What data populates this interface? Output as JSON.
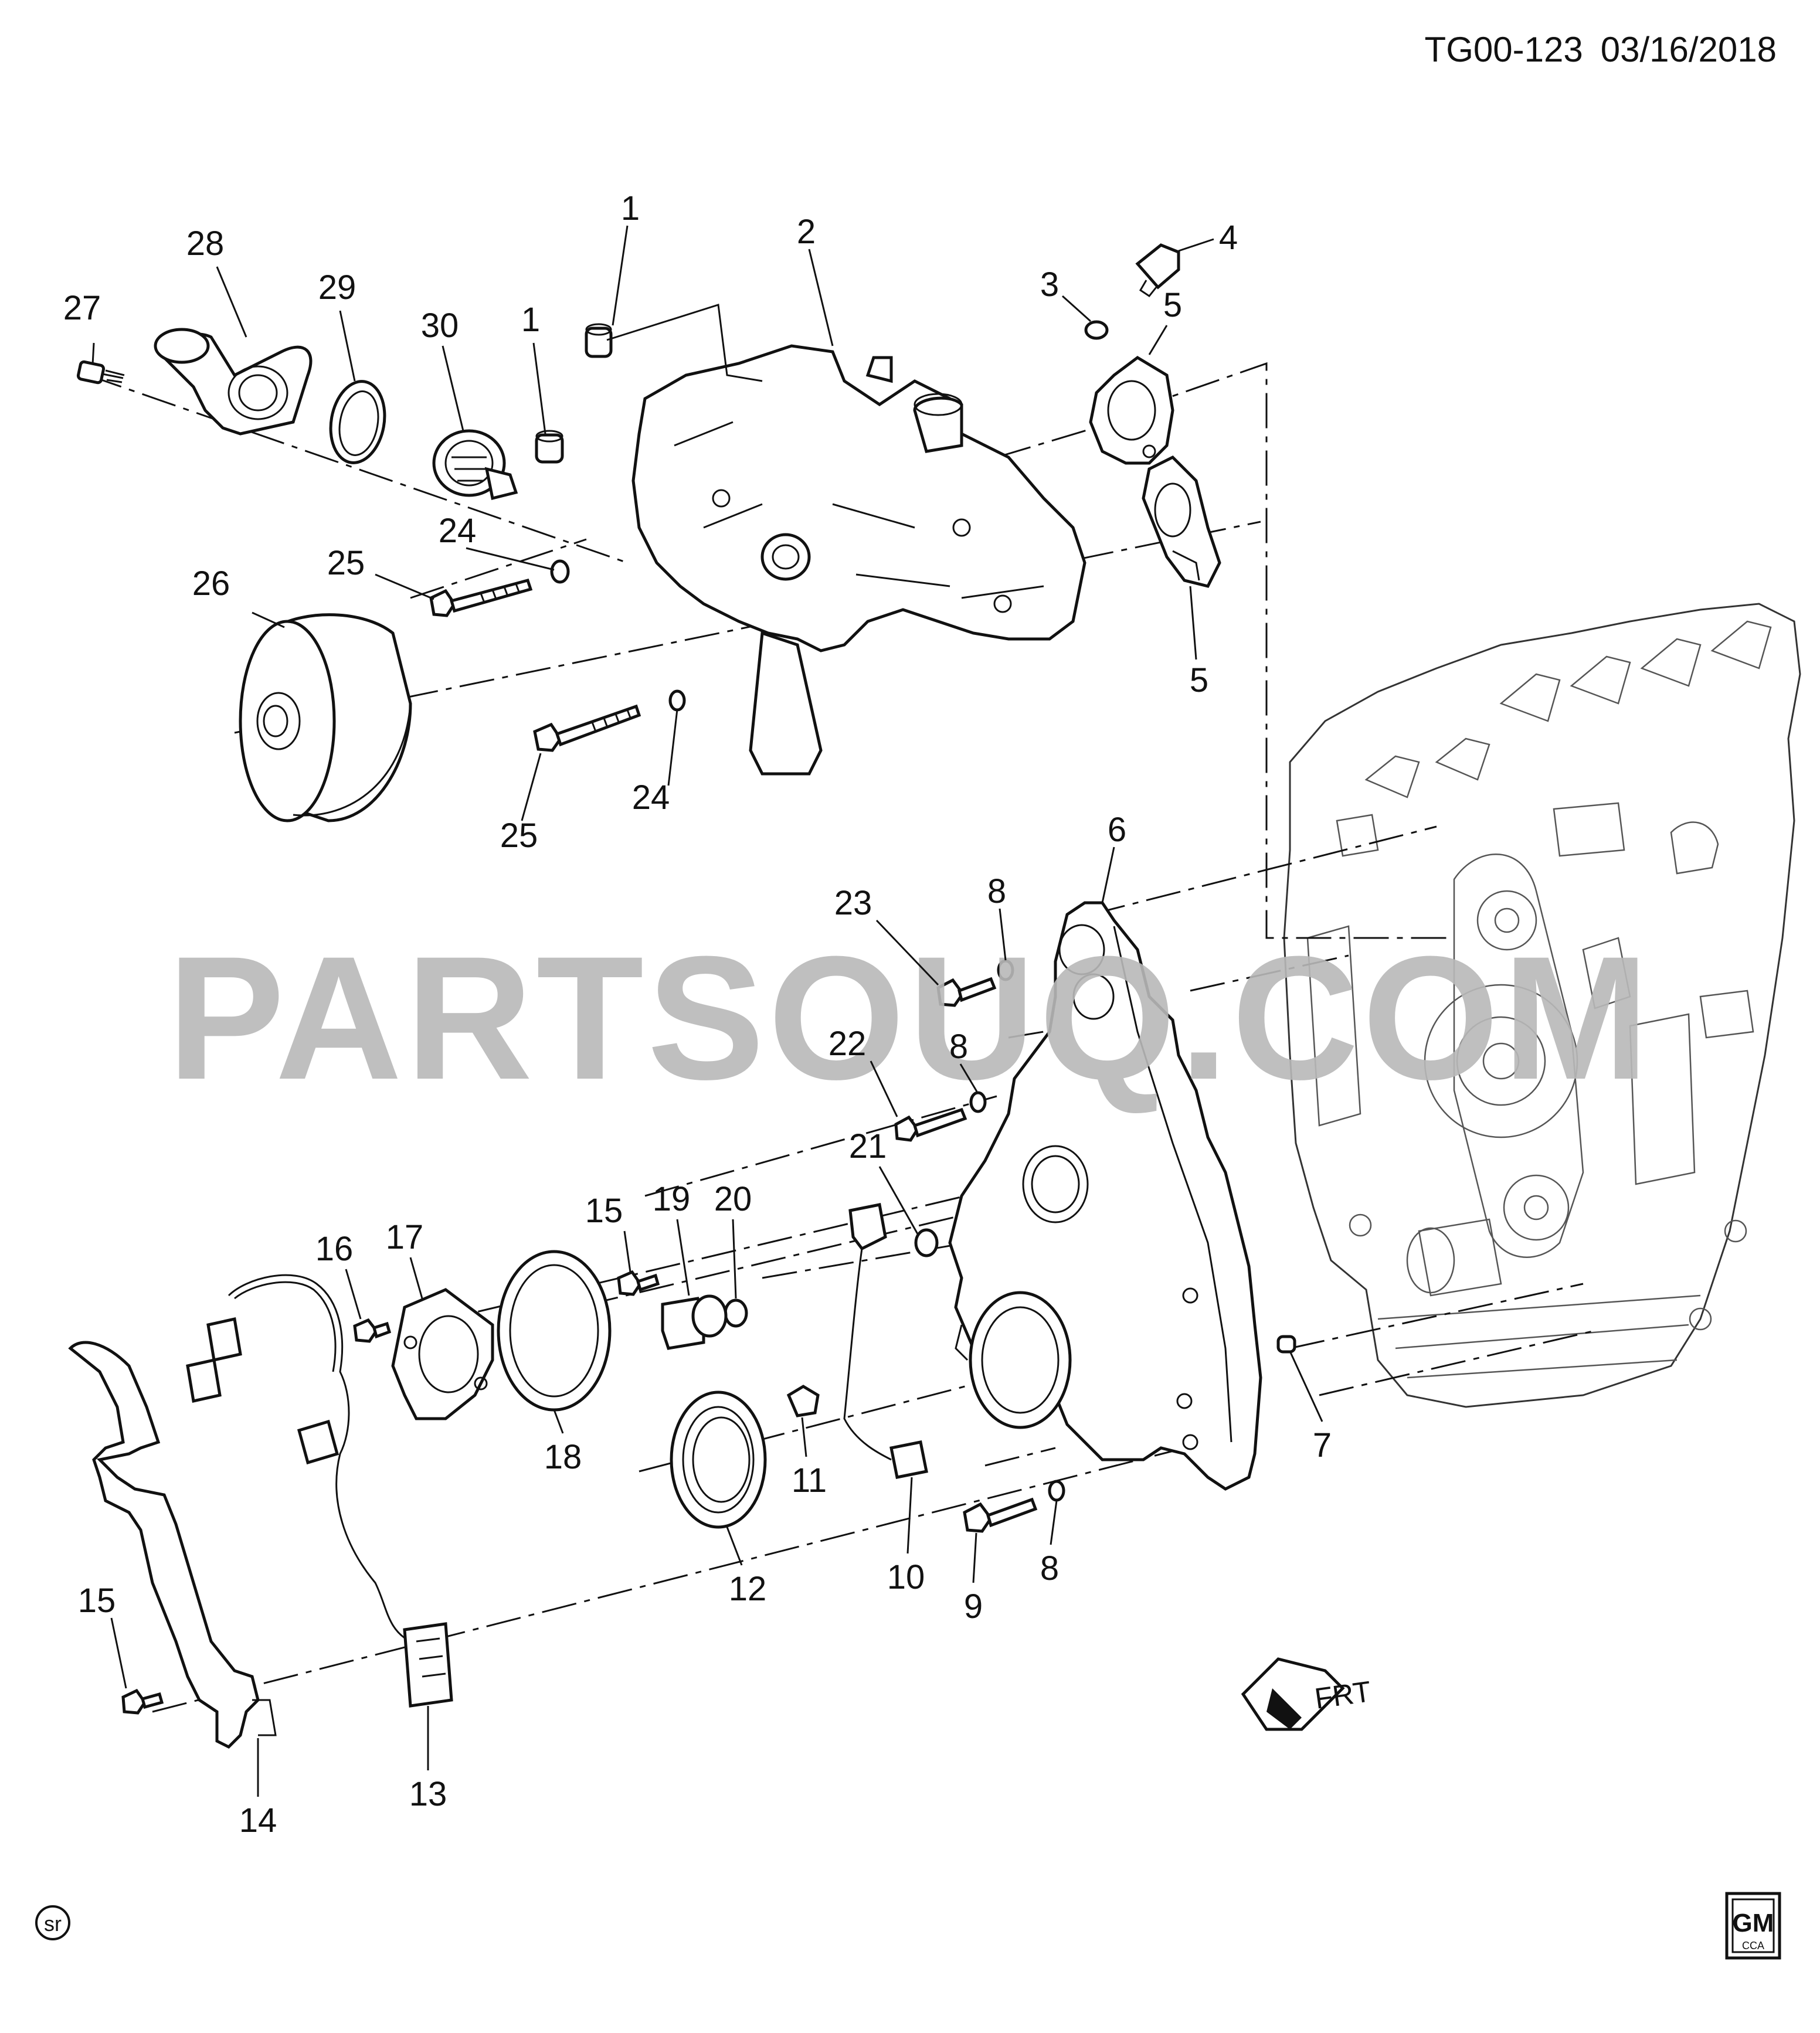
{
  "header": {
    "diagram_id": "TG00-123",
    "date": "03/16/2018"
  },
  "watermark": {
    "text": "PARTSOUQ.COM"
  },
  "orientation_label": "FRT",
  "logo": {
    "brand": "GM",
    "sub": "CCA"
  },
  "corner_badge": "sr",
  "callouts": {
    "c1a": "1",
    "c1b": "1",
    "c2": "2",
    "c3": "3",
    "c4": "4",
    "c5a": "5",
    "c5b": "5",
    "c6": "6",
    "c7": "7",
    "c8a": "8",
    "c8b": "8",
    "c8c": "8",
    "c9": "9",
    "c10": "10",
    "c11": "11",
    "c12": "12",
    "c13": "13",
    "c14": "14",
    "c15a": "15",
    "c15b": "15",
    "c16": "16",
    "c17": "17",
    "c18": "18",
    "c19": "19",
    "c20": "20",
    "c21": "21",
    "c22": "22",
    "c23": "23",
    "c24a": "24",
    "c24b": "24",
    "c25a": "25",
    "c25b": "25",
    "c26": "26",
    "c27": "27",
    "c28": "28",
    "c29": "29",
    "c30": "30"
  },
  "colors": {
    "line": "#111111",
    "watermark": "#b9b9b9",
    "background": "#ffffff"
  }
}
